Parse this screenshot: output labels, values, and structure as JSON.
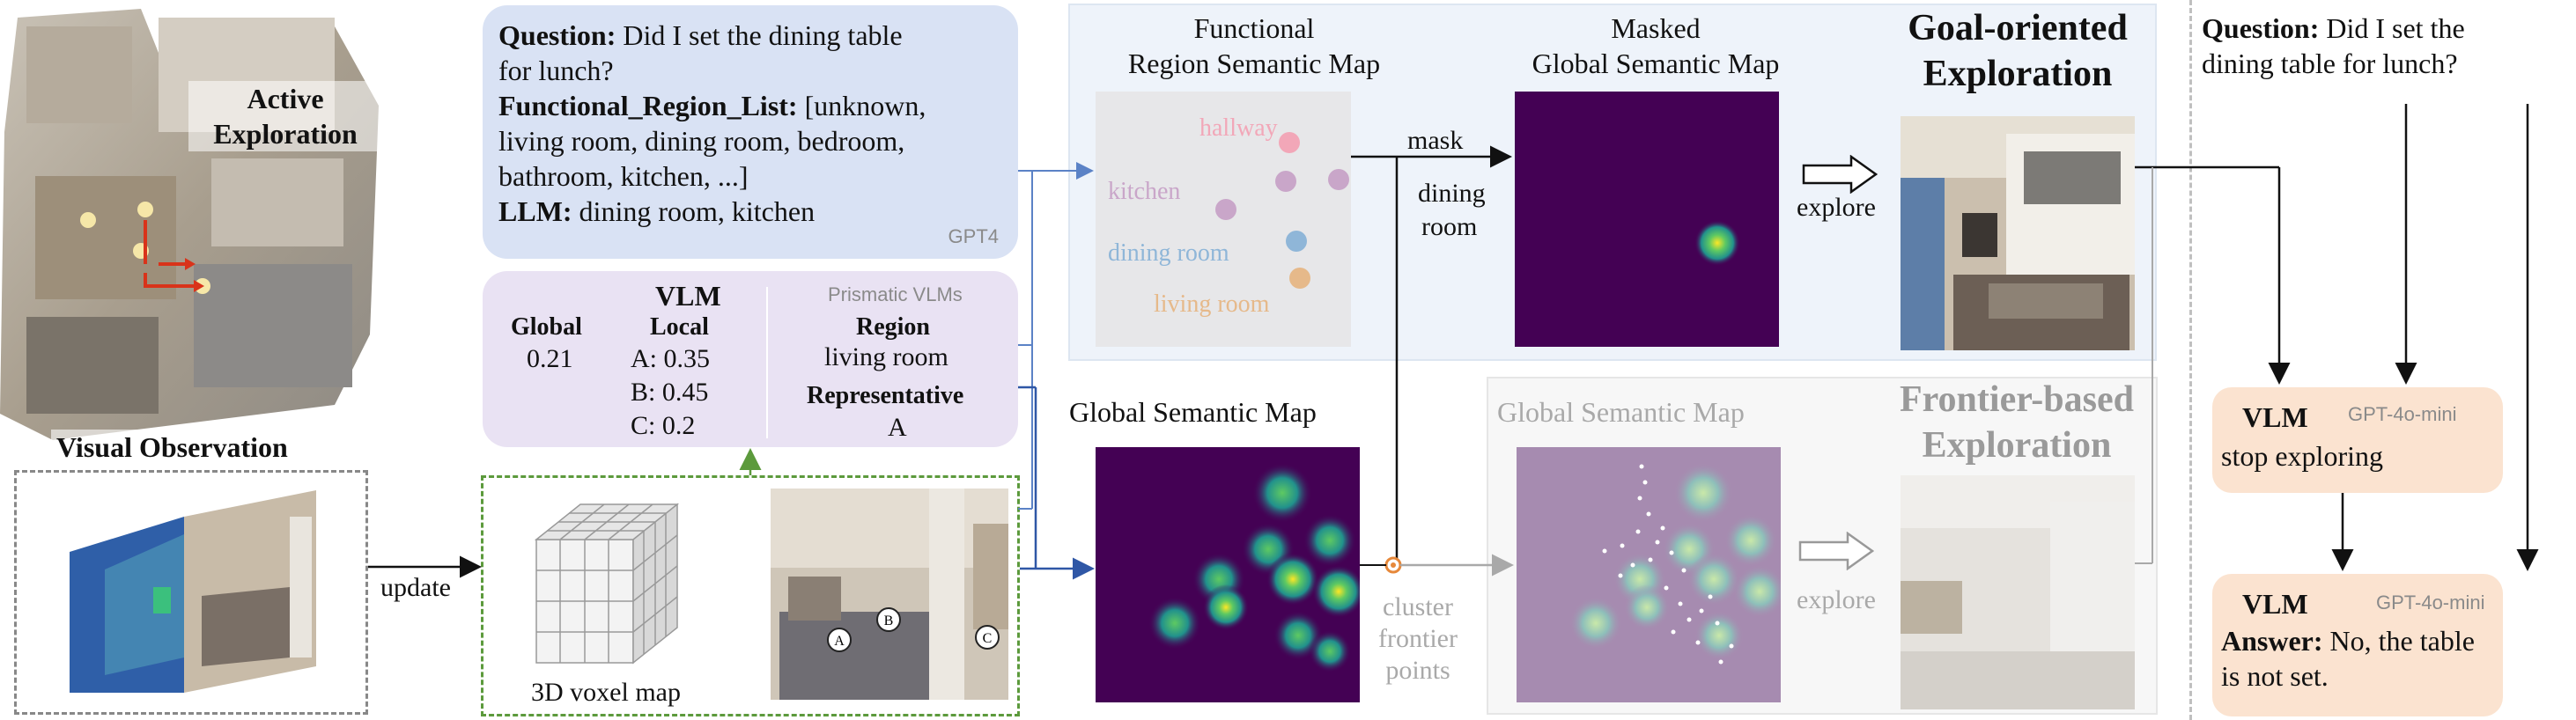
{
  "top_left": {
    "title_line1": "Active",
    "title_line2": "Exploration",
    "caption": "Visual Observation"
  },
  "question_box": {
    "question_label": "Question:",
    "question_text_1": " Did I set the dining table",
    "question_text_2": "for lunch?",
    "region_list_label": "Functional_Region_List:",
    "region_list_1": " [unknown,",
    "region_list_2": "living room, dining room, bedroom,",
    "region_list_3": "bathroom, kitchen,  ...]",
    "llm_label": "LLM:",
    "llm_text": " dining room, kitchen",
    "model": "GPT4"
  },
  "vlm_box": {
    "title": "VLM",
    "model": "Prismatic VLMs",
    "global_label": "Global",
    "global_value": "0.21",
    "local_label": "Local",
    "local_a": "A:  0.35",
    "local_b": "B:  0.45",
    "local_c": "C:  0.2",
    "region_label": "Region",
    "region_value": "living room",
    "representative_label": "Representative",
    "representative_value": "A"
  },
  "bottom_left": {
    "update_label": "update",
    "voxel_label": "3D voxel map",
    "markers": [
      "A",
      "B",
      "C"
    ]
  },
  "functional_map": {
    "title_line1": "Functional",
    "title_line2": "Region Semantic Map",
    "labels": [
      {
        "text": "hallway",
        "color": "#f2a7b8"
      },
      {
        "text": "kitchen",
        "color": "#c9a6c9"
      },
      {
        "text": "dining room",
        "color": "#8fb6d8"
      },
      {
        "text": "living room",
        "color": "#e6b98a"
      }
    ],
    "dot_colors": [
      "#f2a7b8",
      "#c9a6c9",
      "#c9a6c9",
      "#c9a6c9",
      "#8fb6d8",
      "#e6b98a"
    ]
  },
  "mask_labels": {
    "mask": "mask",
    "dining": "dining",
    "room": "room"
  },
  "masked_map": {
    "title_line1": "Masked",
    "title_line2": "Global Semantic Map"
  },
  "goal_exploration": {
    "explore": "explore",
    "title_line1": "Goal-oriented",
    "title_line2": "Exploration"
  },
  "global_map": {
    "title": "Global Semantic Map"
  },
  "cluster_labels": {
    "line1": "cluster",
    "line2": "frontier",
    "line3": "points"
  },
  "frontier_exploration": {
    "map_title": "Global Semantic Map",
    "explore": "explore",
    "title_line1": "Frontier-based",
    "title_line2": "Exploration"
  },
  "right_panel": {
    "question_label": "Question:",
    "question_text_1": " Did I set the",
    "question_text_2": "dining table for lunch?",
    "vlm1_title": "VLM",
    "vlm1_model": "GPT-4o-mini",
    "vlm1_text": "stop exploring",
    "vlm2_title": "VLM",
    "vlm2_model": "GPT-4o-mini",
    "answer_label": "Answer:",
    "answer_text_1": " No, the table",
    "answer_text_2": "is not set."
  },
  "colors": {
    "arrow_blue": "#5b82c6",
    "arrow_dark_blue": "#2f57a6",
    "heatmap_bg": "#440154",
    "heatmap_hot": "#fde725",
    "orange_box": "#fbe3d0",
    "green_dash": "#5c9a3c"
  }
}
